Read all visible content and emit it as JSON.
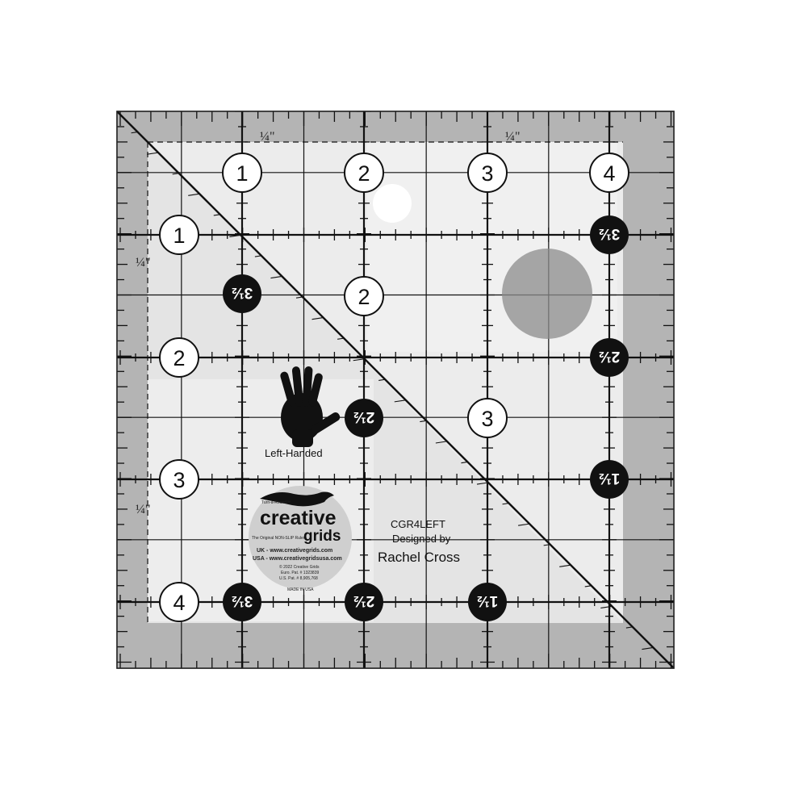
{
  "ruler": {
    "model": "CGR4LEFT",
    "designed_by_label": "Designed by",
    "designer": "Rachel Cross",
    "hand_label": "Left-Handed",
    "quarter_mark": "¼\"",
    "top_numbers": [
      "1",
      "2",
      "3",
      "4"
    ],
    "left_numbers": [
      "1",
      "2",
      "3",
      "4"
    ],
    "inner_numbers": {
      "two": "2",
      "three": "3"
    },
    "black_labels": {
      "three_half": "3½",
      "two_half": "2½",
      "one_half": "1½"
    }
  },
  "logo": {
    "tagline_top": "Turn-a-Round™",
    "brand": "creative",
    "brand2": "grids",
    "tagline": "The Original NON-SLIP Ruler",
    "uk": "UK - www.creativegrids.com",
    "usa": "USA - www.creativegridsusa.com",
    "copyright": "© 2022 Creative Grids",
    "patent": "Euro. Pat. # 1323839",
    "patent2": "U.S. Pat. # 8,905,768",
    "made_in": "MADE IN USA"
  },
  "colors": {
    "edge_band": "#b4b4b4",
    "ruler_body": "#ededed",
    "line": "#111111",
    "dot": "#8c8c8c"
  }
}
